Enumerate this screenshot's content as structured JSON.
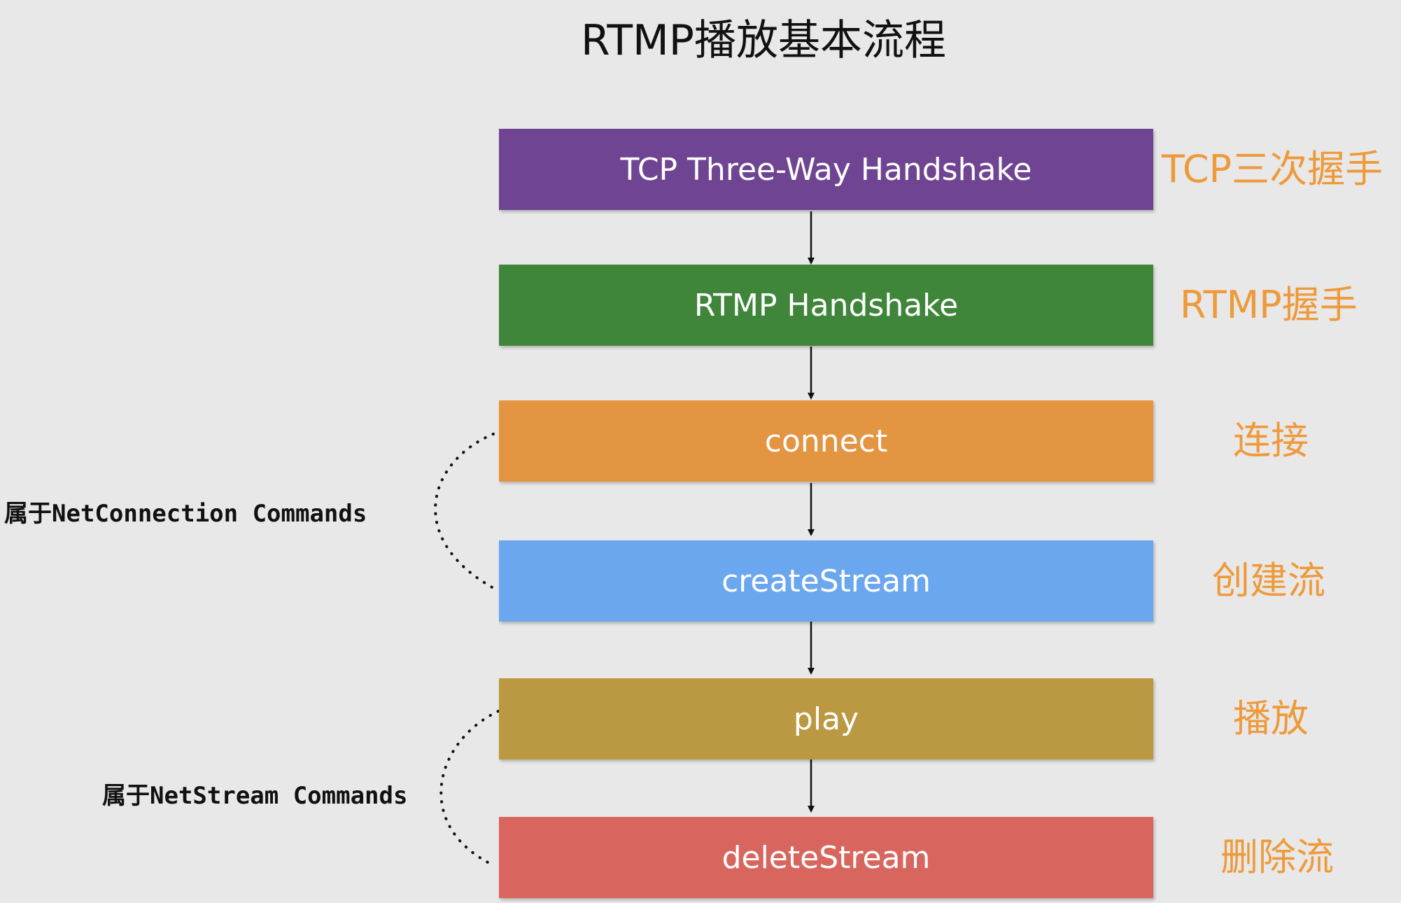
{
  "title": "RTMP播放基本流程",
  "steps": [
    {
      "label": "TCP Three-Way Handshake",
      "cn": "TCP三次握手",
      "color": "#6f4593"
    },
    {
      "label": "RTMP Handshake",
      "cn": "RTMP握手",
      "color": "#3f853a"
    },
    {
      "label": "connect",
      "cn": "连接",
      "color": "#e39541"
    },
    {
      "label": "createStream",
      "cn": "创建流",
      "color": "#6ba7ef"
    },
    {
      "label": "play",
      "cn": "播放",
      "color": "#bb9942"
    },
    {
      "label": "deleteStream",
      "cn": "删除流",
      "color": "#d8665e"
    }
  ],
  "annotation_color": "#ee9a3a",
  "groups": [
    {
      "label": "属于NetConnection Commands"
    },
    {
      "label": "属于NetStream Commands"
    }
  ]
}
